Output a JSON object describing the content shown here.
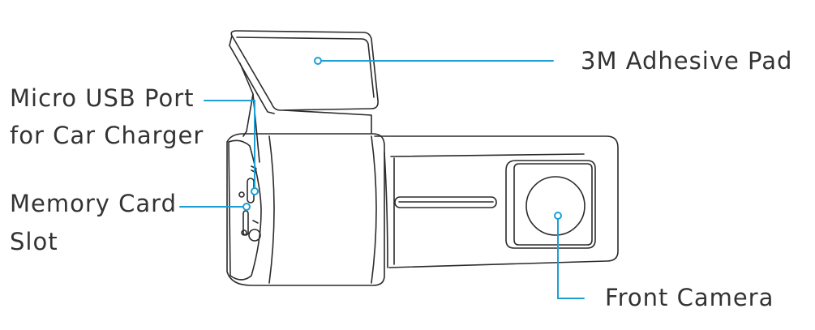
{
  "labels": {
    "adhesive_pad": "3M Adhesive Pad",
    "usb_port_line1": "Micro USB Port",
    "usb_port_line2": "for Car Charger",
    "memory_card_line1": "Memory Card",
    "memory_card_line2": "Slot",
    "front_camera": "Front Camera"
  },
  "colors": {
    "outline": "#2b2b2b",
    "callout": "#1d9fd3",
    "text": "#333333",
    "background": "#ffffff"
  }
}
